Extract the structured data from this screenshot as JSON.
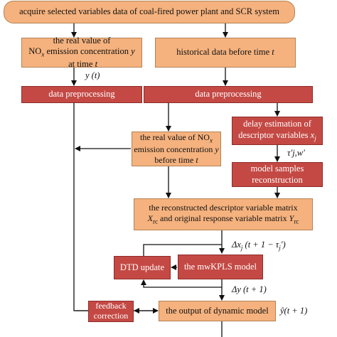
{
  "nodes": {
    "acquire": "acquire selected variables data of coal-fired power plant and SCR system",
    "real_value_t_line1": "the real value of",
    "real_value_t_no": "NO",
    "real_value_t_x": "x",
    "real_value_t_rest": " emission concentration ",
    "real_value_t_y": "y",
    "real_value_t_at": " at time ",
    "real_value_t_t": "t",
    "historical": "historical data before time ",
    "historical_t": "t",
    "preproc_left": "data preprocessing",
    "preproc_right": "data preprocessing",
    "delay_line1": "delay estimation of",
    "delay_line2": "descriptor variables ",
    "delay_x": "x",
    "delay_j": "j",
    "real_before_line1": "the real value of NO",
    "real_before_x": "x",
    "real_before_line2": "emission concentration ",
    "real_before_y": "y",
    "real_before_line3": "before time ",
    "real_before_t": "t",
    "model_samples_line1": "model samples",
    "model_samples_line2": "reconstruction",
    "matrix_line1": "the reconstructed descriptor variable matrix",
    "matrix_X": "X",
    "matrix_rc1": "rc",
    "matrix_mid": " and original response variable matrix ",
    "matrix_Y": "Y",
    "matrix_rc2": "rc",
    "dtd": "DTD update",
    "mwkpls": "the mwKPLS model",
    "feedback_line1": "feedback",
    "feedback_line2": "correction",
    "output": "the output of dynamic model"
  },
  "labels": {
    "y_t": "y (t)",
    "tau_w": "τ′j,w′",
    "delta_x": "Δx",
    "delta_x_sub": "j",
    "delta_x_arg": " (t + 1 − τ",
    "delta_x_tau_sub": "j",
    "delta_x_end": "′)",
    "delta_y": "Δy (t + 1)",
    "y_hat": "ŷ(t + 1)"
  }
}
